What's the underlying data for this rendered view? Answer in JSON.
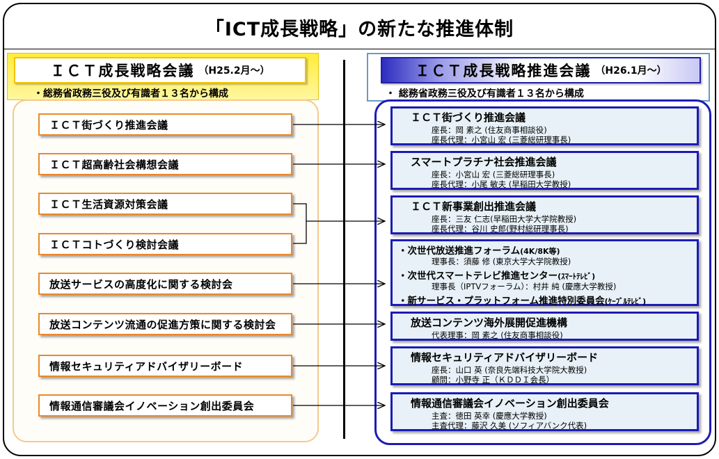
{
  "title": "「ICT成長戦略」の新たな推進体制",
  "left": {
    "name": "ＩＣＴ成長戦略会議",
    "date": "（H25.2月～）",
    "sub": "・総務省政務三役及び有識者１３名から構成",
    "items": [
      "ＩＣＴ街づくり推進会議",
      "ＩＣＴ超高齢社会構想会議",
      "ＩＣＴ生活資源対策会議",
      "ＩＣＴコトづくり検討会議",
      "放送サービスの高度化に関する検討会",
      "放送コンテンツ流通の促進方策に関する検討会",
      "情報セキュリティアドバイザリーボード",
      "情報通信審議会イノベーション創出委員会"
    ]
  },
  "right": {
    "name": "ＩＣＴ成長戦略推進会議",
    "date": "（H26.1月～）",
    "sub": "・ 総務省政務三役及び有識者１３名から構成",
    "boxes": [
      {
        "title": "ＩＣＴ街づくり推進会議",
        "lines": [
          "座長：岡 素之 (住友商事相談役)",
          "座長代理：小宮山 宏 (三菱総研理事長)"
        ]
      },
      {
        "title": "スマートプラチナ社会推進会議",
        "lines": [
          "座長：小宮山 宏 (三菱総研理事長)",
          "座長代理：小尾 敏夫 (早稲田大学教授)"
        ]
      },
      {
        "title": "ＩＣＴ新事業創出推進会議",
        "lines": [
          "座長：三友 仁志(早稲田大学大学院教授)",
          "座長代理：谷川 史郎(野村総研理事長)"
        ]
      },
      {
        "title": "放送コンテンツ海外展開促進機構",
        "lines": [
          "代表理事：岡 素之 (住友商事相談役)"
        ]
      },
      {
        "title": "情報セキュリティアドバイザリーボード",
        "lines": [
          "座長：山口 英 (奈良先端科技大学院大教授)",
          "顧問：小野寺 正（ＫＤＤＩ会長）"
        ]
      },
      {
        "title": "情報通信審議会イノベーション創出委員会",
        "lines": [
          "主査：徳田 英幸 (慶應大学教授)",
          "主査代理：藤沢 久美 (ソフィアバンク代表)"
        ]
      }
    ],
    "broadcast": [
      {
        "name": "・次世代放送推進フォーラム",
        "tag": "(4K/8K等)",
        "line": "理事長：須藤 修 (東京大学大学院教授)"
      },
      {
        "name": "・次世代スマートテレビ推進センター",
        "tag": "(ｽﾏｰﾄﾃﾚﾋﾞ)",
        "line": "理事長（IPTVフォーラム）：村井 純 (慶應大学教授)"
      },
      {
        "name": "・新サービス・プラットフォーム推進特別委員会",
        "tag": "(ｹｰﾌﾞﾙﾃﾚﾋﾞ)",
        "line": ""
      }
    ]
  },
  "colors": {
    "left_accent": "#e8892a",
    "left_header": "#ffed3a",
    "right_accent": "#1c1cb4",
    "right_fill": "#e7f1f7"
  }
}
